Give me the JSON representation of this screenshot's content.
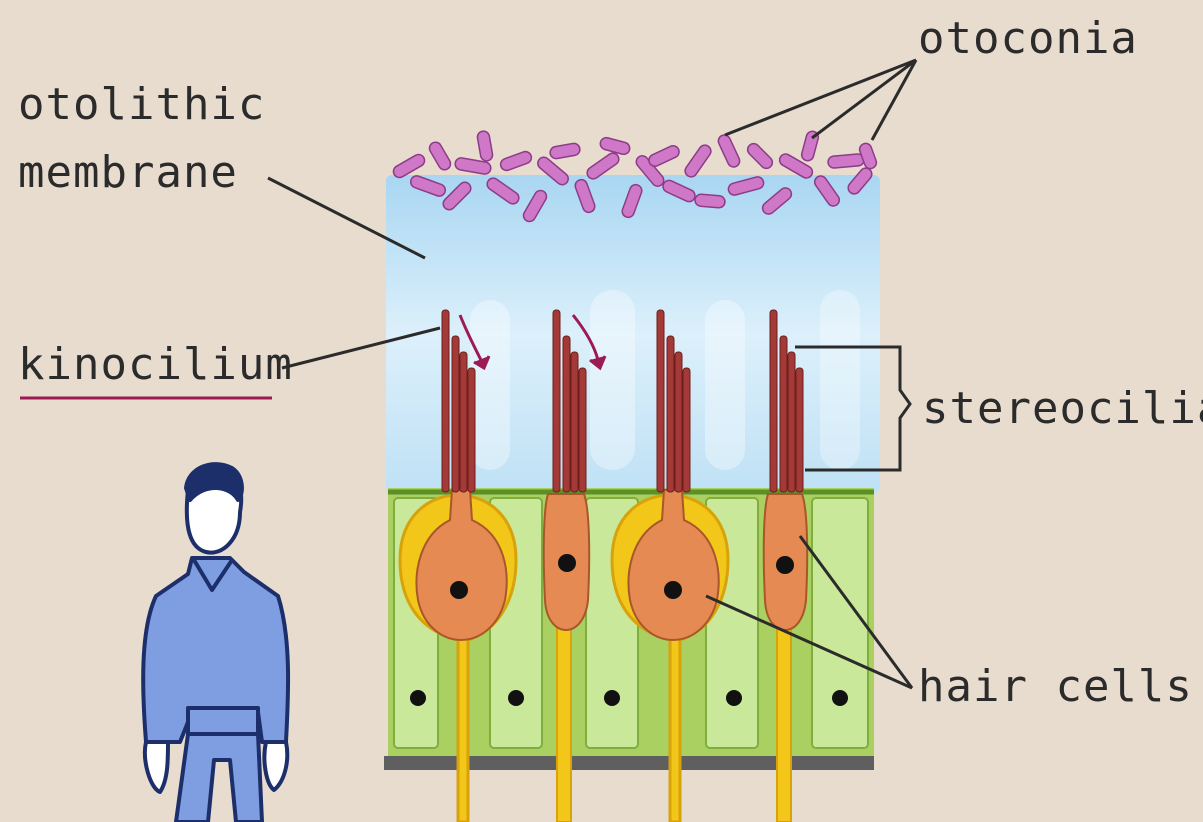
{
  "labels": {
    "otoconia": "otoconia",
    "otolithic_line1": "otolithic",
    "otolithic_line2": "membrane",
    "kinocilium": "kinocilium",
    "stereocilia": "stereocilia",
    "hair_cells": "hair cells"
  },
  "colors": {
    "background": "#e8dccf",
    "membrane": "#bfe0f4",
    "otoconia": "#cf78c8",
    "hair_cell": "#e48a52",
    "support_cell": "#a9d060",
    "nerve": "#f3c61a",
    "cilia": "#a33a37",
    "annotation_arrow": "#9c1a56",
    "figure_shirt": "#7f9ee2"
  }
}
